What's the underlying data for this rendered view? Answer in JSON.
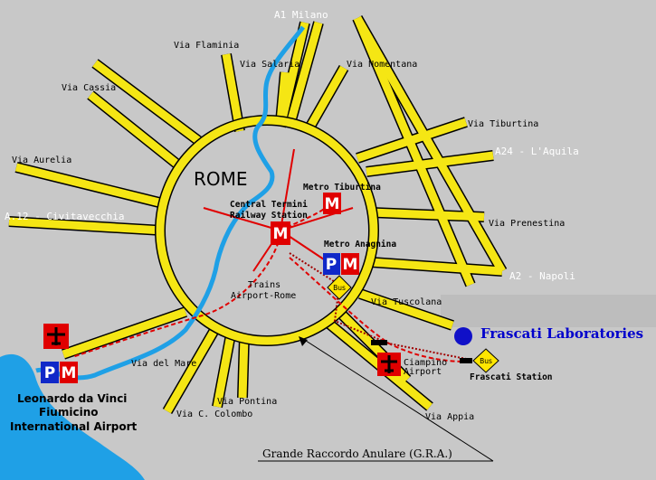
{
  "city": "ROME",
  "ring_road": "Grande Raccordo Anulare (G.R.A.)",
  "roads": {
    "a1": "A1 Milano",
    "flaminia": "Via Flaminia",
    "salaria": "Via Salaria",
    "nomentana": "Via Nomentana",
    "cassia": "Via Cassia",
    "tiburtina": "Via Tiburtina",
    "aurelia": "Via Aurelia",
    "a24": "A24 - L'Aquila",
    "a12": "A.12 - Civitavecchia",
    "prenestina": "Via Prenestina",
    "a2": "A2 - Napoli",
    "tuscolana": "Via Tuscolana",
    "del_mare": "Via del Mare",
    "pontina": "Via Pontina",
    "colombo": "Via C. Colombo",
    "appia": "Via Appia"
  },
  "stations": {
    "termini_1": "Central Termini",
    "termini_2": "Railway Station",
    "tiburtina": "Metro Tiburtina",
    "anagnina": "Metro Anagnina",
    "trains_1": "Trains",
    "trains_2": "Airport-Rome",
    "ciampino_1": "Ciampino",
    "ciampino_2": "Airport",
    "frascati_station": "Frascati Station"
  },
  "airport": {
    "line1": "Leonardo da Vinci",
    "line2": "Fiumicino",
    "line3": "International Airport"
  },
  "labs": "Frascati Laboratories",
  "icons": {
    "metro": "M",
    "parking": "P",
    "bus": "Bus"
  },
  "colors": {
    "background": "#c8c8c8",
    "road": "#f5e614",
    "water": "#1fa0e6",
    "metro": "#e00000",
    "parking": "#1028c8",
    "lab": "#1010c8"
  }
}
